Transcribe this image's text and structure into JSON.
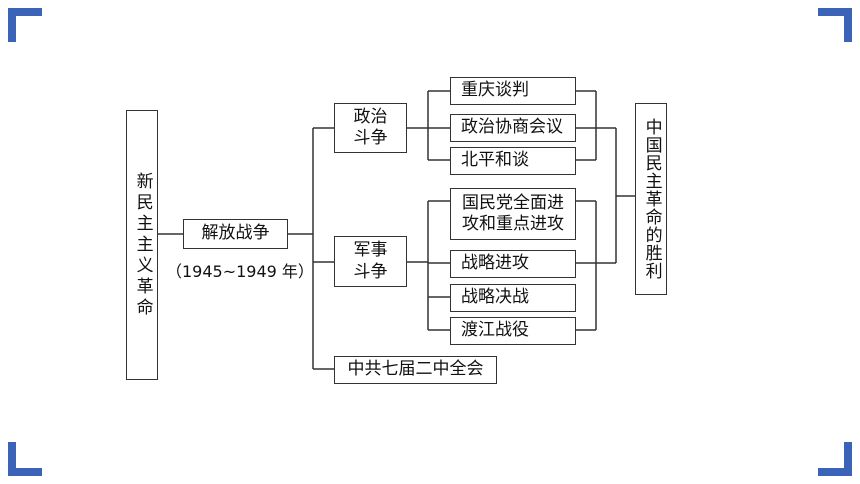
{
  "diagram": {
    "root": "新民主主义革命",
    "war": {
      "label": "解放战争",
      "period": "（1945~1949 年）"
    },
    "political": {
      "label": "政治斗争",
      "items": [
        "重庆谈判",
        "政治协商会议",
        "北平和谈"
      ]
    },
    "military": {
      "label": "军事斗争",
      "items": [
        "国民党全面进攻和重点进攻",
        "战略进攻",
        "战略决战",
        "渡江战役"
      ]
    },
    "meeting": "中共七届二中全会",
    "result": "中国民主革命的胜利"
  },
  "colors": {
    "accent": "#3b63b8",
    "line": "#333333"
  }
}
